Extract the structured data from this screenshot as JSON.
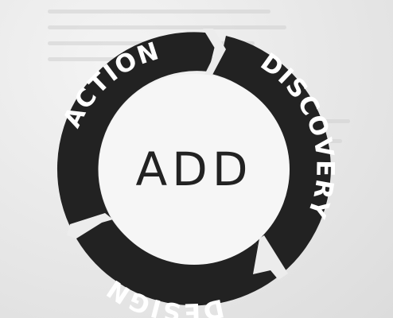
{
  "diagram": {
    "center_label": "ADD",
    "segments": [
      {
        "label": "DISCOVERY"
      },
      {
        "label": "DESIGN"
      },
      {
        "label": "ACTION"
      }
    ],
    "colors": {
      "ring": "#222222",
      "ring_text": "#ffffff",
      "center_text": "#222222",
      "background": "#ececec"
    }
  }
}
